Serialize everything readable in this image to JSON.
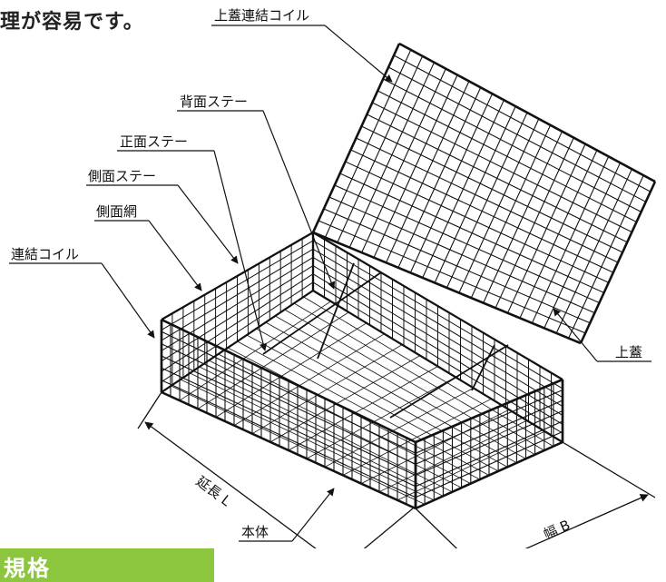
{
  "intro_text": "理が容易です。",
  "labels": {
    "lid_coil": "上蓋連結コイル",
    "back_stay": "背面ステー",
    "front_stay": "正面ステー",
    "side_stay": "側面ステー",
    "side_net": "側面網",
    "join_coil": "連結コイル",
    "lid": "上蓋",
    "length": "延長 L",
    "width": "幅 B",
    "body": "本体"
  },
  "section": {
    "title": "規格"
  },
  "colors": {
    "accent": "#8cc63f",
    "line": "#111111"
  }
}
